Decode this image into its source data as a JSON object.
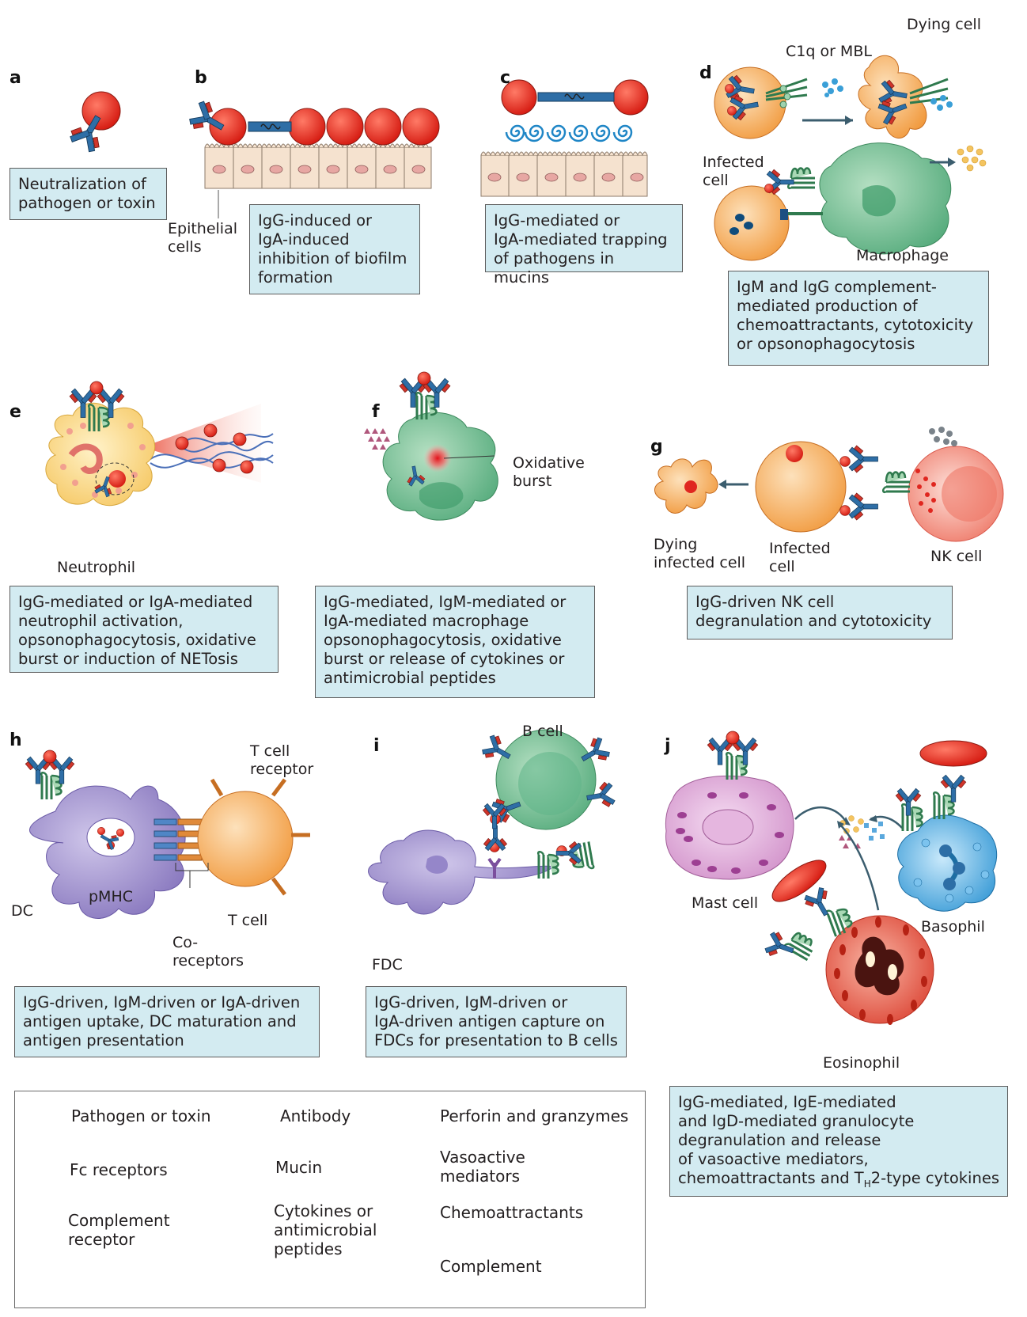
{
  "panels": {
    "a": {
      "letter": "a",
      "caption": "Neutralization of\npathogen or toxin"
    },
    "b": {
      "letter": "b",
      "caption": "IgG-induced or\nIgA-induced\ninhibition of biofilm\nformation",
      "label_epithelial": "Epithelial\ncells"
    },
    "c": {
      "letter": "c",
      "caption": "IgG-mediated or\nIgA-mediated trapping\nof pathogens in mucins"
    },
    "d": {
      "letter": "d",
      "caption": "IgM and IgG complement-\nmediated production of\nchemoattractants, cytotoxicity\nor opsonophagocytosis",
      "label_dying": "Dying cell",
      "label_c1q": "C1q or MBL",
      "label_infected": "Infected\ncell",
      "label_macrophage": "Macrophage"
    },
    "e": {
      "letter": "e",
      "caption": "IgG-mediated or IgA-mediated\nneutrophil activation,\nopsonophagocytosis, oxidative\nburst or induction of NETosis",
      "label_neutrophil": "Neutrophil"
    },
    "f": {
      "letter": "f",
      "caption": "IgG-mediated, IgM-mediated or\nIgA-mediated macrophage\nopsonophagocytosis, oxidative\nburst or release of cytokines or\nantimicrobial peptides",
      "label_burst": "Oxidative\nburst"
    },
    "g": {
      "letter": "g",
      "caption": "IgG-driven NK cell\ndegranulation and cytotoxicity",
      "label_dying": "Dying\ninfected cell",
      "label_infected": "Infected\ncell",
      "label_nk": "NK cell"
    },
    "h": {
      "letter": "h",
      "caption": "IgG-driven, IgM-driven or IgA-driven\nantigen uptake, DC maturation and\nantigen presentation",
      "label_tcr": "T cell\nreceptor",
      "label_pmhc": "pMHC",
      "label_dc": "DC",
      "label_coreceptors": "Co-\nreceptors",
      "label_tcell": "T cell"
    },
    "i": {
      "letter": "i",
      "caption": "IgG-driven, IgM-driven or\nIgA-driven antigen capture on\nFDCs for presentation to B cells",
      "label_bcell": "B cell",
      "label_fdc": "FDC"
    },
    "j": {
      "letter": "j",
      "caption": "IgG-mediated, IgE-mediated\nand IgD-mediated granulocyte\ndegranulation and release\nof vasoactive mediators,\nchemoattractants and T",
      "caption_sub": "H",
      "caption_tail": "2-type cytokines",
      "label_mast": "Mast cell",
      "label_basophil": "Basophil",
      "label_eosinophil": "Eosinophil"
    }
  },
  "legend": {
    "pathogen": "Pathogen or toxin",
    "antibody": "Antibody",
    "perforin": "Perforin and granzymes",
    "fc": "Fc receptors",
    "mucin": "Mucin",
    "vasoactive": "Vasoactive\nmediators",
    "complement_receptor": "Complement\nreceptor",
    "cytokines": "Cytokines or\nantimicrobial\npeptides",
    "chemoattractants": "Chemoattractants",
    "complement": "Complement"
  },
  "colors": {
    "caption_bg": "#d3ebf1",
    "pathogen": "#e0261f",
    "antibody_blue": "#2e6ea6",
    "antibody_red": "#d0352b",
    "fc_receptor": "#4f9a6b",
    "macrophage": "#66b88a",
    "neutrophil": "#f6cf6e",
    "dc": "#8e7ec1",
    "tcell": "#f0923a",
    "bcell": "#7cc39a",
    "nkcell": "#ef7a6a",
    "mast": "#d5a0cf",
    "basophil": "#3aa0d8",
    "eosinophil": "#e04e3b"
  }
}
